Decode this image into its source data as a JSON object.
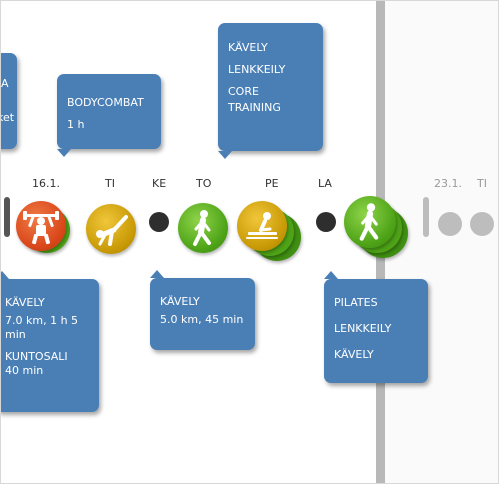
{
  "tooltips": {
    "left_top": {
      "lines": [
        "A",
        "ket"
      ]
    },
    "bodycombat": {
      "lines": [
        "BODYCOMBAT",
        "1 h"
      ]
    },
    "walking_top": {
      "lines": [
        "KÄVELY",
        "LENKKEILY",
        "CORE",
        "TRAINING"
      ]
    },
    "left_bottom": {
      "lines": [
        "KÄVELY",
        "7.0 km, 1 h 5",
        "min",
        "KUNTOSALI",
        "40 min"
      ]
    },
    "walking_bottom": {
      "lines": [
        "KÄVELY",
        "5.0 km, 45 min"
      ]
    },
    "saturday_bottom": {
      "lines": [
        "PILATES",
        "LENKKEILY",
        "KÄVELY"
      ]
    }
  },
  "days": [
    "16.1.",
    "TI",
    "KE",
    "TO",
    "PE",
    "LA",
    "23.1.",
    "TI"
  ],
  "icons": {
    "weightlifting": "weightlifting-icon",
    "martial_arts": "martial-arts-icon",
    "walking": "walking-icon",
    "swimming": "swimming-icon",
    "empty_day": "empty-day-dot"
  },
  "colors": {
    "tooltip": "#4a7fb6",
    "red_activity": "#d9471a",
    "yellow_activity": "#c99a06",
    "green_activity": "#4ea317",
    "empty_day": "#2e2e2e",
    "future": "#bdbdbd"
  }
}
